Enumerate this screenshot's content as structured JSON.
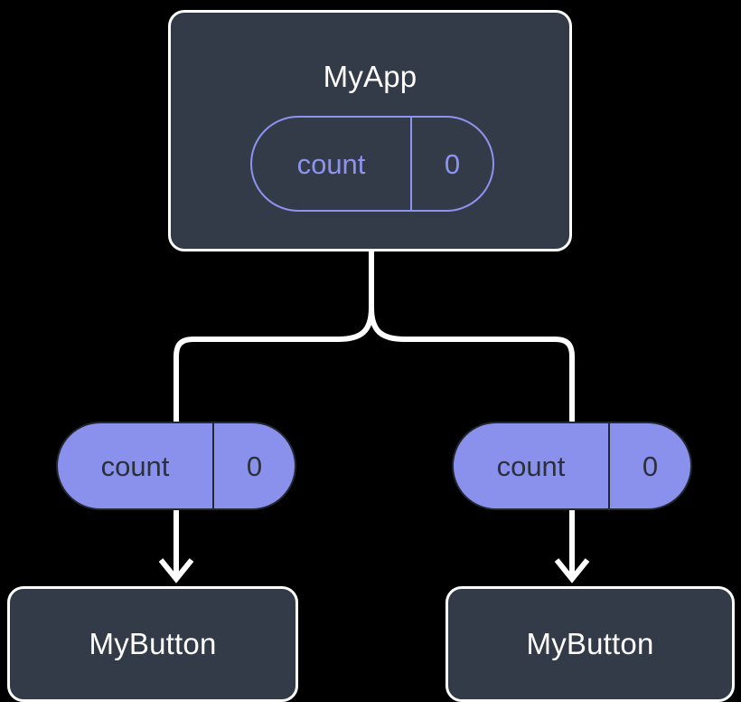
{
  "diagram": {
    "title_semantic": "react-component-state-props-tree",
    "background_color": "#000000",
    "node_fill": "#343b48",
    "node_border": "#ffffff",
    "pill_accent": "#8a91ec",
    "pill_outline_accent": "#8d93ef",
    "pill_text_dark": "#2b303b",
    "edge_color": "#ffffff"
  },
  "root": {
    "label": "MyApp",
    "state": {
      "key": "count",
      "value": "0"
    }
  },
  "props": [
    {
      "key": "count",
      "value": "0"
    },
    {
      "key": "count",
      "value": "0"
    }
  ],
  "children": [
    {
      "label": "MyButton"
    },
    {
      "label": "MyButton"
    }
  ]
}
